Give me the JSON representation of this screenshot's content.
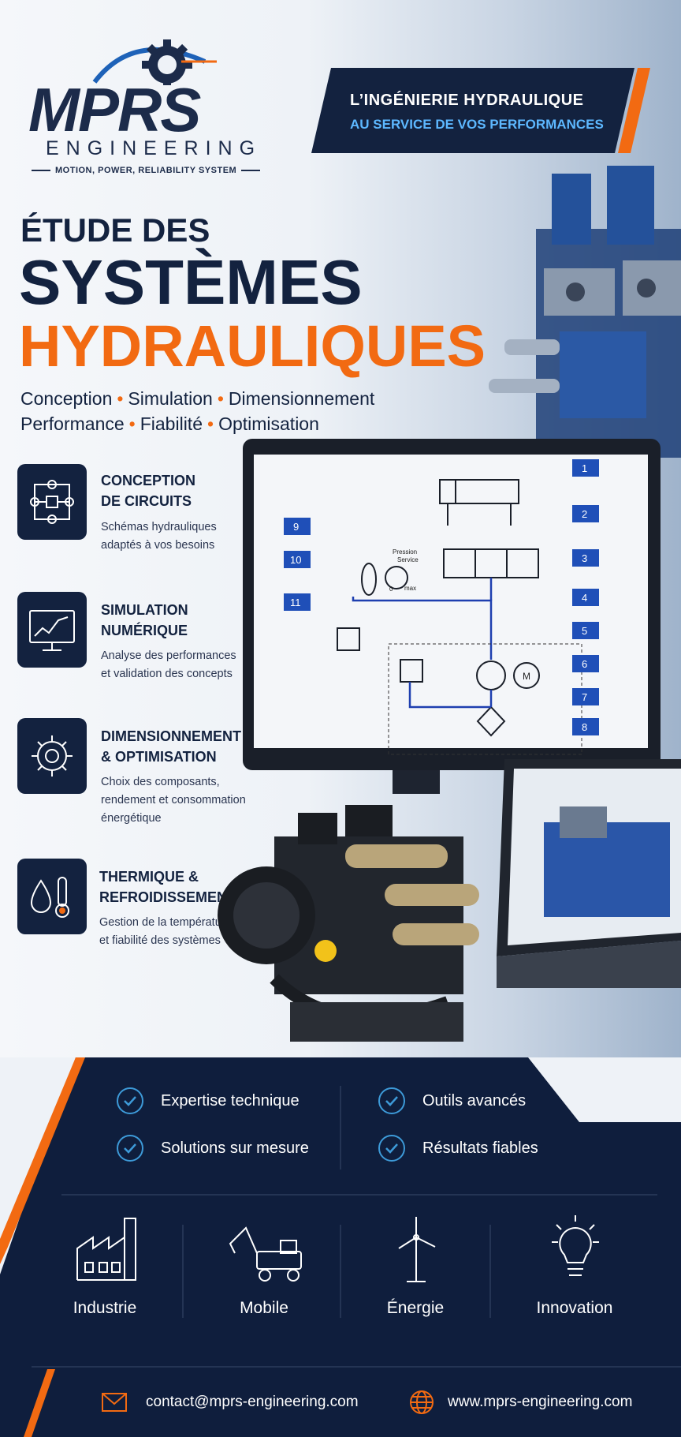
{
  "brand": {
    "logo": "MPRS",
    "sub": "ENGINEERING",
    "tagline": "MOTION, POWER, RELIABILITY SYSTEM"
  },
  "banner": {
    "line1": "L’INGÉNIERIE HYDRAULIQUE",
    "line2": "AU SERVICE DE VOS PERFORMANCES"
  },
  "headline": {
    "line1": "ÉTUDE DES",
    "line2": "SYSTÈMES",
    "line3": "HYDRAULIQUES"
  },
  "keywords": {
    "row1": [
      "Conception",
      "Simulation",
      "Dimensionnement"
    ],
    "row2": [
      "Performance",
      "Fiabilité",
      "Optimisation"
    ]
  },
  "features": [
    {
      "title1": "CONCEPTION",
      "title2": "DE CIRCUITS",
      "desc1": "Schémas hydrauliques",
      "desc2": "adaptés à vos besoins",
      "desc3": "",
      "icon": "circuit-icon"
    },
    {
      "title1": "SIMULATION",
      "title2": "NUMÉRIQUE",
      "desc1": "Analyse des performances",
      "desc2": "et validation des concepts",
      "desc3": "",
      "icon": "monitor-chart-icon"
    },
    {
      "title1": "DIMENSIONNEMENT",
      "title2": "& OPTIMISATION",
      "desc1": "Choix des composants,",
      "desc2": "rendement et consommation",
      "desc3": "énergétique",
      "icon": "gear-icon"
    },
    {
      "title1": "THERMIQUE &",
      "title2": "REFROIDISSEMENT",
      "desc1": "Gestion de la température",
      "desc2": "et fiabilité des systèmes",
      "desc3": "",
      "icon": "drop-thermometer-icon"
    }
  ],
  "schematic": {
    "labels": [
      "1",
      "2",
      "3",
      "4",
      "5",
      "6",
      "7",
      "8",
      "9",
      "10",
      "11"
    ],
    "gauge_text1": "Pression",
    "gauge_text2": "Service",
    "gauge_zero": "0",
    "gauge_max": "max",
    "motor": "M"
  },
  "benefits": [
    "Expertise technique",
    "Solutions sur mesure",
    "Outils avancés",
    "Résultats fiables"
  ],
  "sectors": [
    "Industrie",
    "Mobile",
    "Énergie",
    "Innovation"
  ],
  "contact": {
    "email": "contact@mprs-engineering.com",
    "website": "www.mprs-engineering.com"
  },
  "colors": {
    "navy": "#13223f",
    "orange": "#f26a12",
    "blue": "#3d9ad8"
  }
}
